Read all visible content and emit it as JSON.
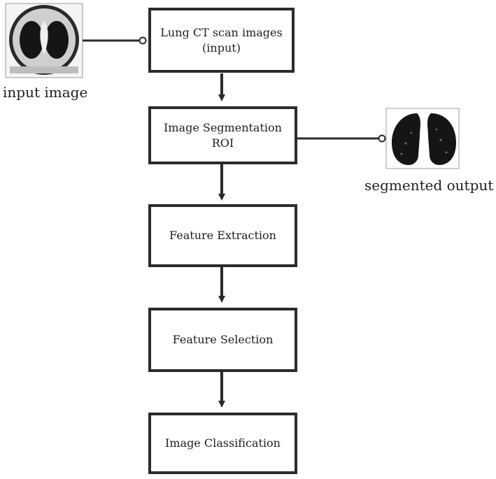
{
  "steps": [
    {
      "line1": "Lung CT scan images",
      "line2": "(input)"
    },
    {
      "line1": "Image Segmentation",
      "line2": "ROI"
    },
    {
      "line1": "Feature Extraction",
      "line2": ""
    },
    {
      "line1": "Feature Selection",
      "line2": ""
    },
    {
      "line1": "Image Classification",
      "line2": ""
    }
  ],
  "captions": {
    "input": "input image",
    "output": "segmented output"
  },
  "colors": {
    "stroke": "#2b2b2b",
    "text": "#1e1e1e",
    "lung_dark": "#151515"
  }
}
